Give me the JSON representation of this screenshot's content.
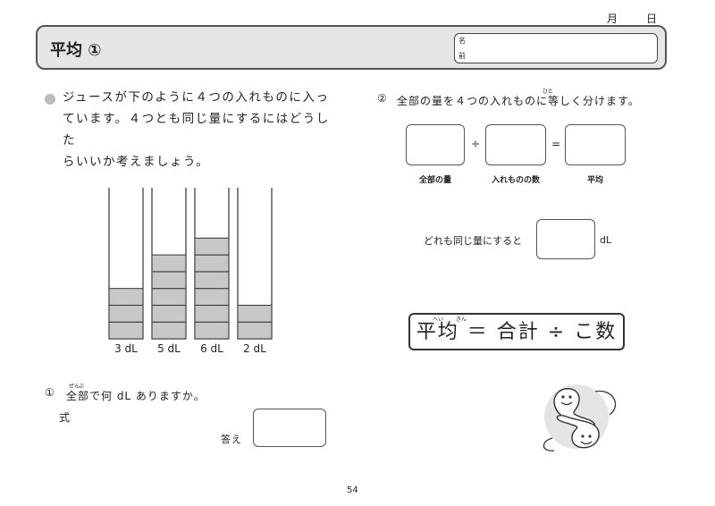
{
  "header": {
    "month_label": "月",
    "day_label": "日",
    "title": "平均 ①",
    "name_label_top": "名",
    "name_label_bottom": "前"
  },
  "intro": {
    "lines": [
      "ジュースが下のように４つの入れものに入っ",
      "ています。４つとも同じ量にするにはどうした",
      "らいいか考えましょう。"
    ]
  },
  "chart_data": {
    "type": "bar",
    "categories": [
      "3 dL",
      "5 dL",
      "6 dL",
      "2 dL"
    ],
    "values": [
      3,
      5,
      6,
      2
    ],
    "ylim": [
      0,
      9
    ],
    "unit": "dL"
  },
  "question1": {
    "number": "①",
    "ruby_left": "ぜん",
    "ruby_right": "ぶ",
    "text": "全部で何 dL ありますか。",
    "formula_label": "式",
    "answer_label": "答え"
  },
  "question2": {
    "number": "②",
    "text": "全部の量を４つの入れものに等しく分けます。",
    "ruby": "ひと",
    "divide": "÷",
    "equals": "=",
    "box_labels": [
      "全部の量",
      "入れものの数",
      "平均"
    ],
    "same_amount_text": "どれも同じ量にすると",
    "unit": "dL"
  },
  "formula": {
    "text": "平均 ＝ 合計 ÷ こ数",
    "ruby_1": "へい",
    "ruby_2": "きん"
  },
  "page_number": "54"
}
